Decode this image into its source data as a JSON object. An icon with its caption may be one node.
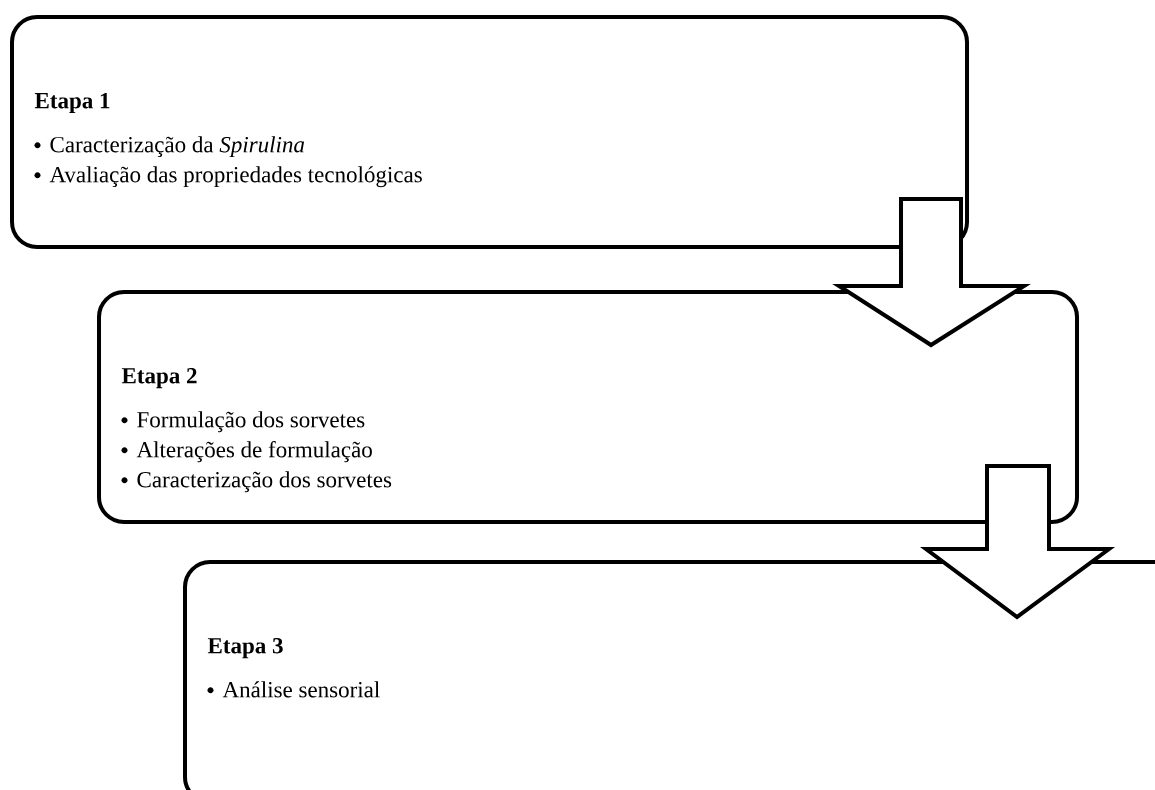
{
  "diagram": {
    "nodes": [
      {
        "text": [
          "Etapa 1",
          "Caracterização da *Spirulina*",
          "Avaliação das propriedades tecnológicas"
        ]
      },
      {
        "text": [
          "Etapa 2",
          "Formulação dos sorvetes",
          "Alterações de formulação",
          "Caracterização dos sorvetes"
        ]
      },
      {
        "text": [
          "Etapa 3",
          "Análise sensorial"
        ]
      }
    ],
    "edges": [
      {
        "from": 0,
        "to": 1,
        "arrow": "to"
      },
      {
        "from": 1,
        "to": 2,
        "arrow": "to"
      }
    ]
  }
}
